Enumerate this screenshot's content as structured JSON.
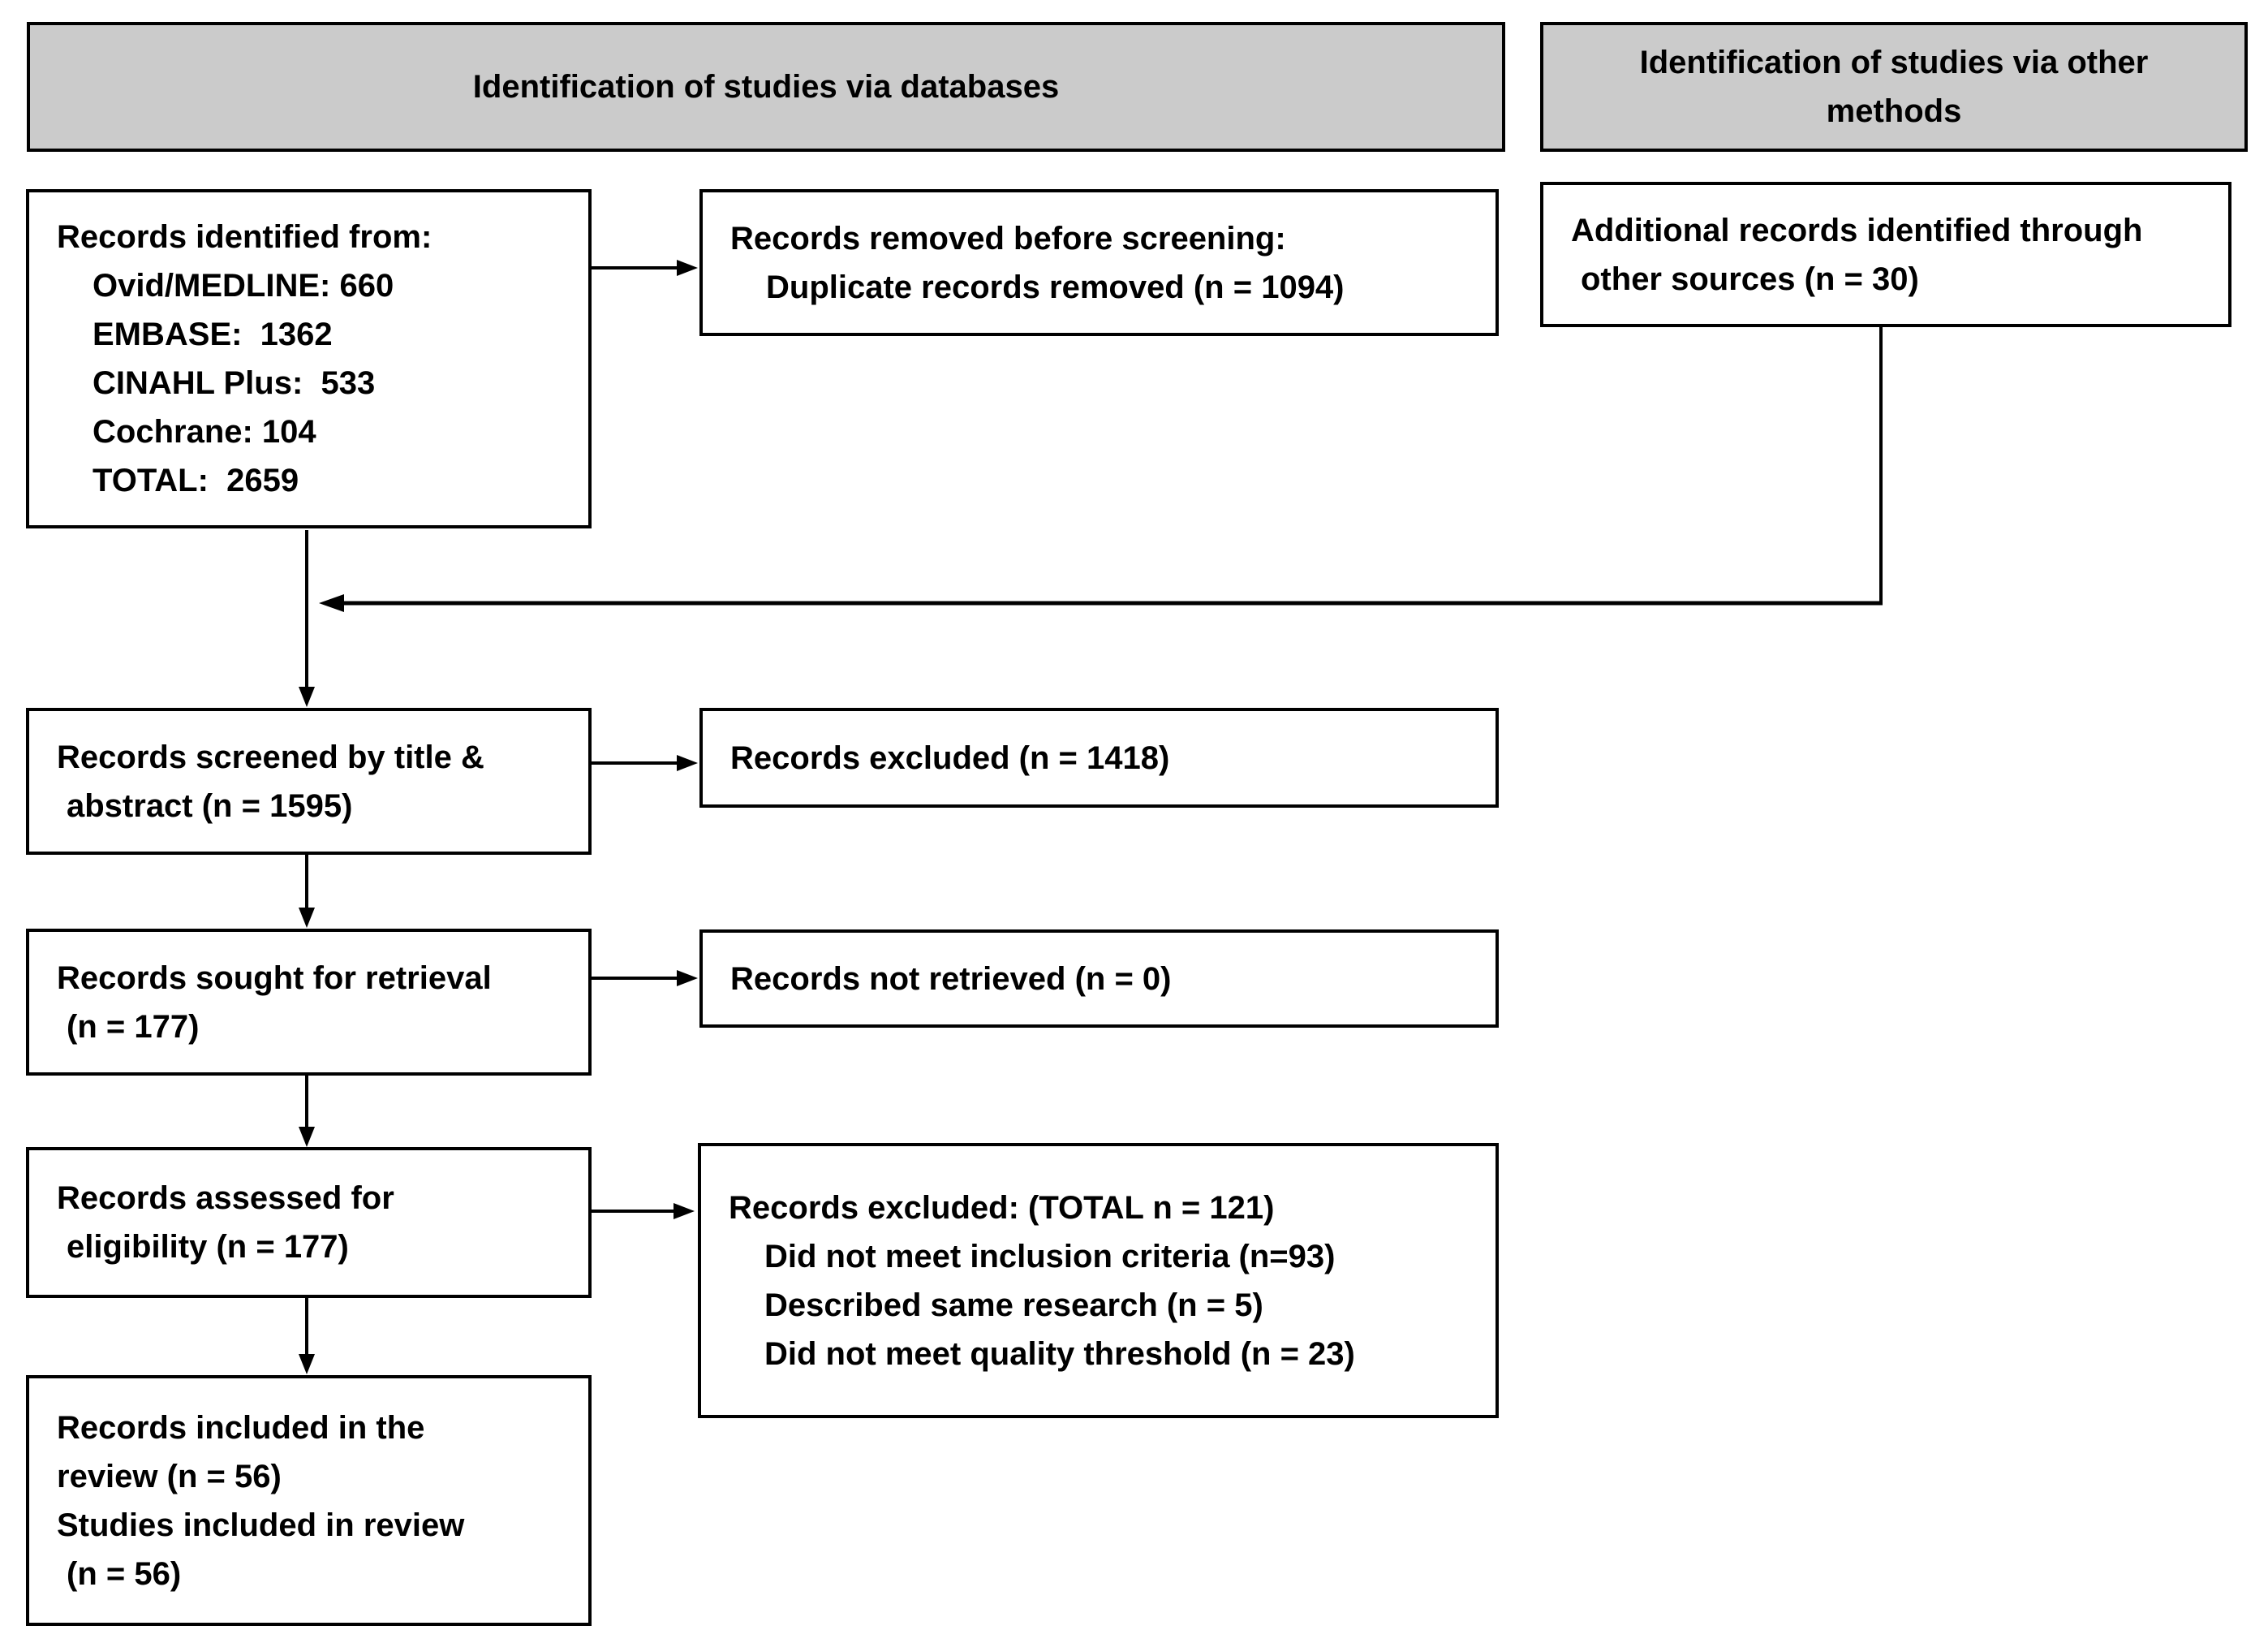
{
  "headers": {
    "databases": "Identification of studies via databases",
    "other_methods": {
      "lines": [
        "Identification of studies via other",
        "methods"
      ]
    }
  },
  "boxes": {
    "records_identified": {
      "lines": [
        "Records identified from:",
        "Ovid/MEDLINE: 660",
        "EMBASE:  1362",
        "CINAHL Plus:  533",
        "Cochrane: 104",
        "TOTAL:  2659"
      ]
    },
    "records_removed": {
      "lines": [
        "Records removed before screening:",
        "Duplicate records removed (n = 1094)"
      ]
    },
    "additional_records": {
      "lines": [
        "Additional records identified through",
        "other sources (n = 30)"
      ]
    },
    "records_screened": {
      "lines": [
        "Records screened by title &",
        "abstract (n = 1595)"
      ]
    },
    "records_excluded_screening": {
      "lines": [
        "Records excluded (n = 1418)"
      ]
    },
    "records_sought": {
      "lines": [
        "Records sought for retrieval",
        "(n = 177)"
      ]
    },
    "records_not_retrieved": {
      "lines": [
        "Records not retrieved (n = 0)"
      ]
    },
    "records_assessed": {
      "lines": [
        "Records assessed for",
        "eligibility (n = 177)"
      ]
    },
    "records_excluded_eligibility": {
      "lines": [
        "Records excluded: (TOTAL n = 121)",
        "Did not meet inclusion criteria (n=93)",
        "Described same research (n = 5)",
        "Did not meet quality threshold (n = 23)"
      ]
    },
    "records_included": {
      "lines": [
        "Records included in the",
        "review (n = 56)",
        "Studies included in review",
        "(n = 56)"
      ]
    }
  },
  "colors": {
    "header_fill": "#cbcbcb",
    "box_fill": "#ffffff",
    "border": "#000000",
    "line": "#000000"
  }
}
